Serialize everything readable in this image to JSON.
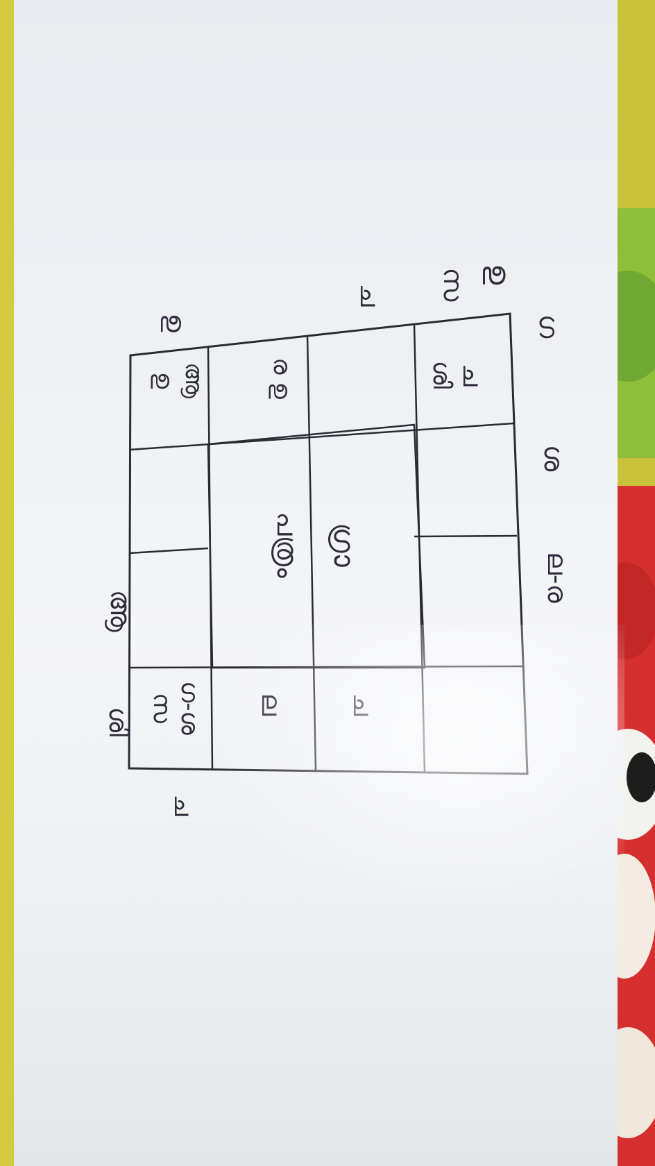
{
  "chart_grid": {
    "outer_labels": {
      "right_top": [
        "ഉ",
        "സ"
      ],
      "right_lower": "ച",
      "top_left": "ഗ",
      "top_mid": "ശ",
      "top_right": "ല-ര",
      "bottom_left": "ഉ",
      "bottom_mid": "ആ",
      "bottom_right": "ശി",
      "bottom_far": "ച"
    },
    "cells": {
      "r1c1": [
        "ച",
        "ശി"
      ],
      "r2c4": "ര ഉ",
      "r1c4_top": "ആ",
      "r1c4_bottom": "ഉ",
      "center_line1": "ഗ്രാ",
      "center_line2": "പത്രം",
      "r4c2": "ച",
      "r4c3": "ല",
      "r4c4_line1": "ഗ-ശ",
      "r4c4_line2": "സ"
    }
  },
  "colors": {
    "ink": "#2e2b3a",
    "paper": "#eef0f4",
    "fabric_green": "#9bc83a",
    "fabric_red": "#d83030",
    "fabric_yellow": "#cfc63a"
  }
}
